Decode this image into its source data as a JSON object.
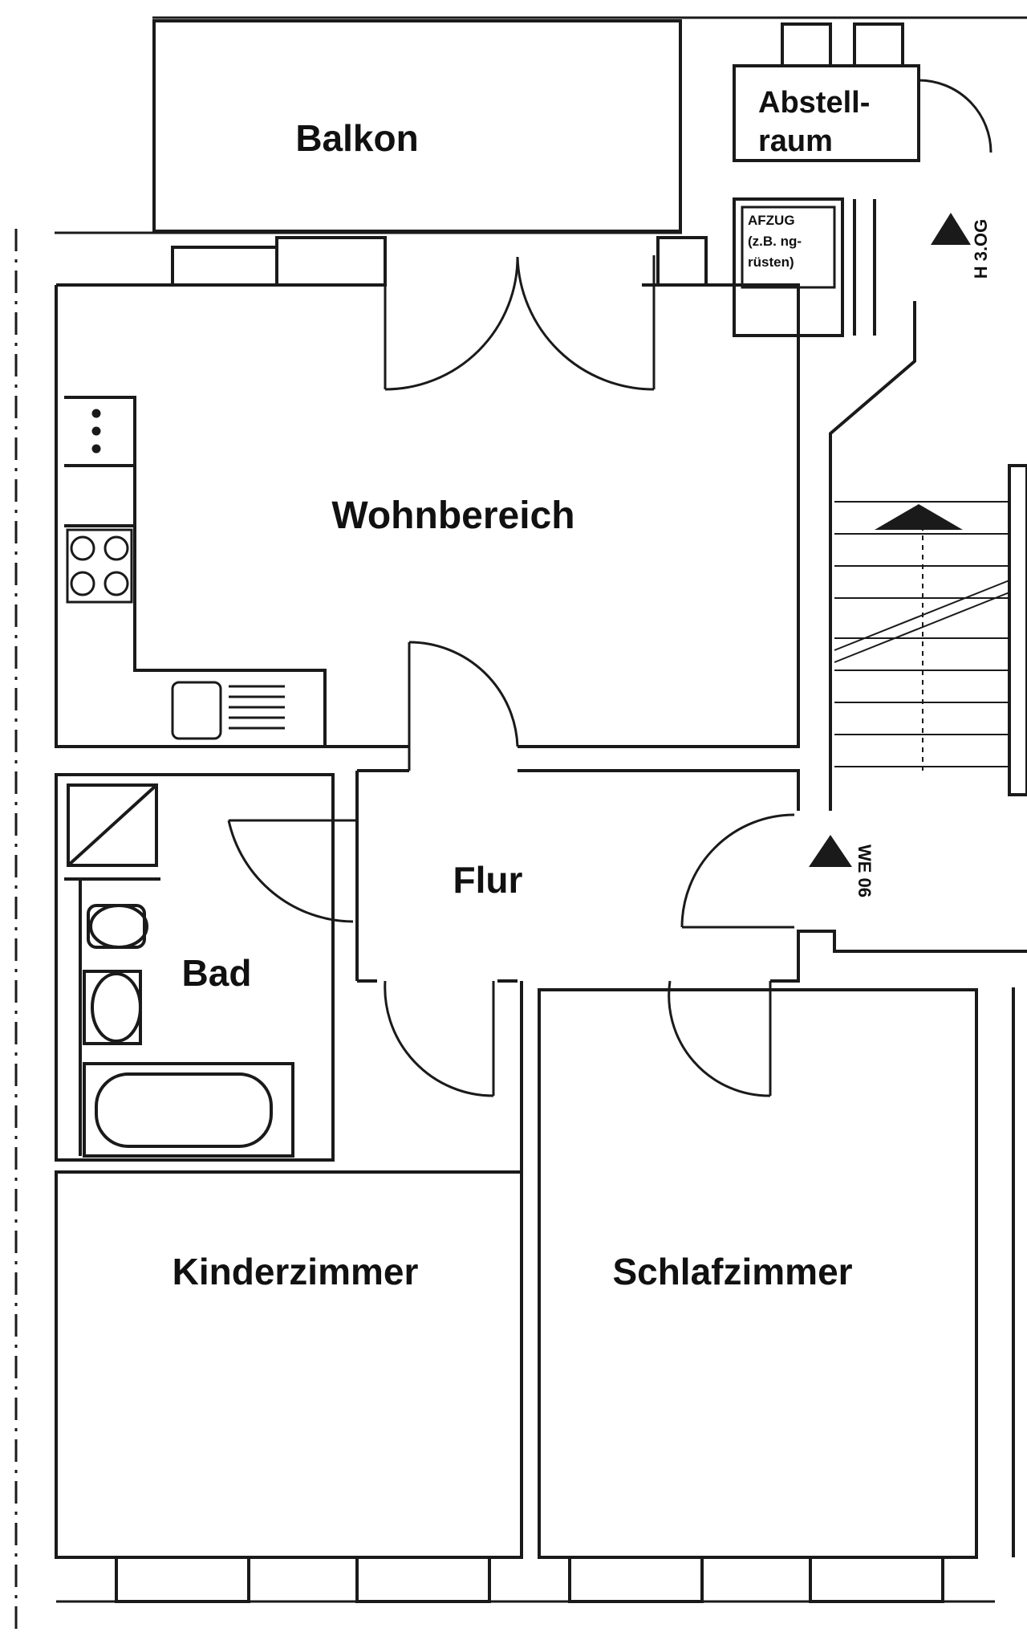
{
  "plan": {
    "rooms": {
      "balkon": "Balkon",
      "abstell_line1": "Abstell-",
      "abstell_line2": "raum",
      "wohnbereich": "Wohnbereich",
      "flur": "Flur",
      "bad": "Bad",
      "kinderzimmer": "Kinderzimmer",
      "schlafzimmer": "Schlafzimmer"
    },
    "lift": {
      "line1": "AFZUG",
      "line2": "(z.B. ng-",
      "line3": "rüsten)"
    },
    "markers": {
      "stair_marker": "H 3.OG",
      "unit_marker": "WE 06"
    }
  },
  "colors": {
    "line": "#1a1a1a",
    "background": "#ffffff"
  }
}
